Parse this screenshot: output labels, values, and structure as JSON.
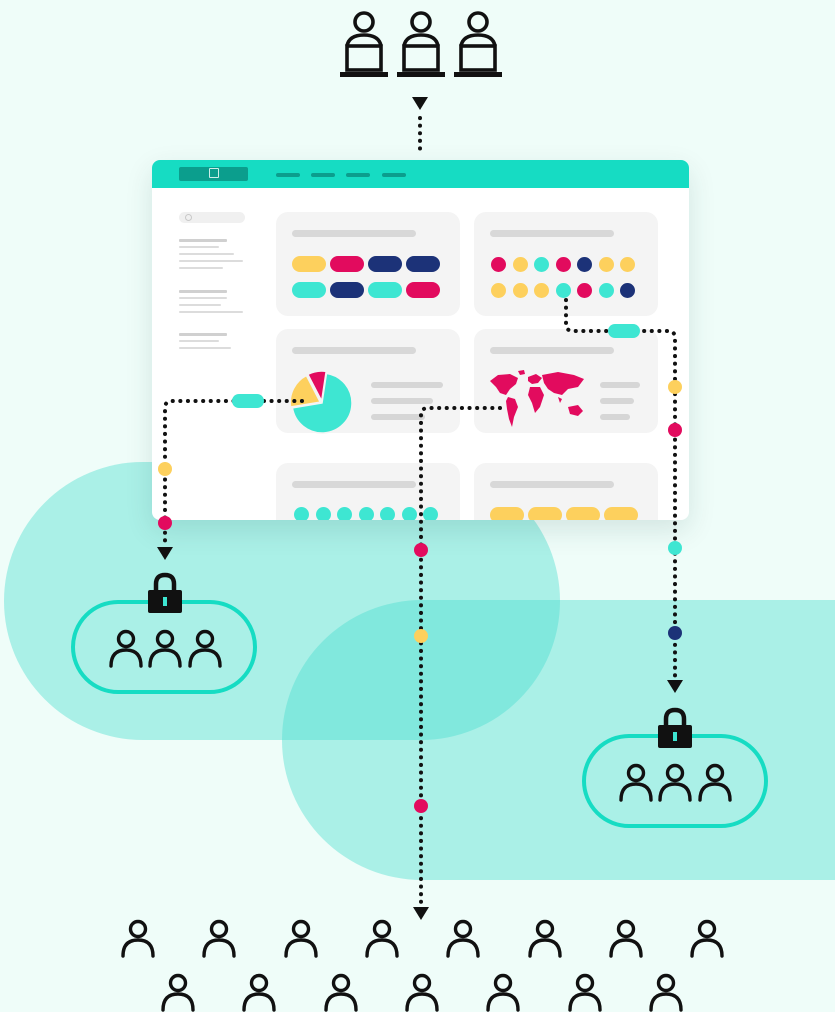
{
  "colors": {
    "background": "#effdf9",
    "teal": "#16dcc3",
    "teal_dark": "#0b9e8d",
    "cyan": "#3ee6d2",
    "crimson": "#e20b5e",
    "yellow": "#fdd05d",
    "navy": "#1c3278",
    "ink": "#111111",
    "card_bg": "#f4f4f4"
  },
  "diagram": {
    "top_group": {
      "icon": "person-at-laptop-icon",
      "count": 3
    },
    "dashboard": {
      "logo_icon": "image-icon",
      "nav_items": 4,
      "search_icon": "search-icon",
      "cards": [
        {
          "kind": "pill-tags",
          "rows": [
            [
              "yellow",
              "crimson",
              "navy",
              "navy"
            ],
            [
              "cyan",
              "navy",
              "cyan",
              "crimson"
            ]
          ]
        },
        {
          "kind": "dot-tags",
          "rows": [
            [
              "crimson",
              "yellow",
              "cyan",
              "crimson",
              "navy",
              "yellow",
              "yellow"
            ],
            [
              "yellow",
              "yellow",
              "yellow",
              "cyan",
              "crimson",
              "cyan",
              "navy"
            ]
          ]
        },
        {
          "kind": "pie-chart",
          "slices": [
            {
              "color": "cyan",
              "share": 0.7
            },
            {
              "color": "yellow",
              "share": 0.2
            },
            {
              "color": "crimson",
              "share": 0.1
            }
          ]
        },
        {
          "kind": "world-map",
          "color": "crimson"
        },
        {
          "kind": "dot-row",
          "color": "cyan",
          "count": 7
        },
        {
          "kind": "pill-row",
          "color": "yellow",
          "count": 4
        }
      ]
    },
    "left_group": {
      "lock_icon": "padlock-icon",
      "icon": "person-icon",
      "count": 3
    },
    "right_group": {
      "lock_icon": "padlock-icon",
      "icon": "person-icon",
      "count": 3
    },
    "bottom_group": {
      "icon": "person-icon",
      "rows": [
        8,
        7
      ]
    },
    "connectors": [
      {
        "from": "top_group",
        "to": "dashboard",
        "markers": []
      },
      {
        "from": "pie-chart",
        "to": "left_group",
        "markers": [
          "cyan-pill",
          "yellow",
          "crimson"
        ]
      },
      {
        "from": "world-map",
        "to": "bottom_group",
        "markers": [
          "crimson",
          "yellow",
          "crimson"
        ]
      },
      {
        "from": "dot-tags",
        "to": "right_group",
        "markers": [
          "cyan-pill",
          "yellow",
          "crimson",
          "cyan",
          "navy"
        ]
      }
    ]
  }
}
